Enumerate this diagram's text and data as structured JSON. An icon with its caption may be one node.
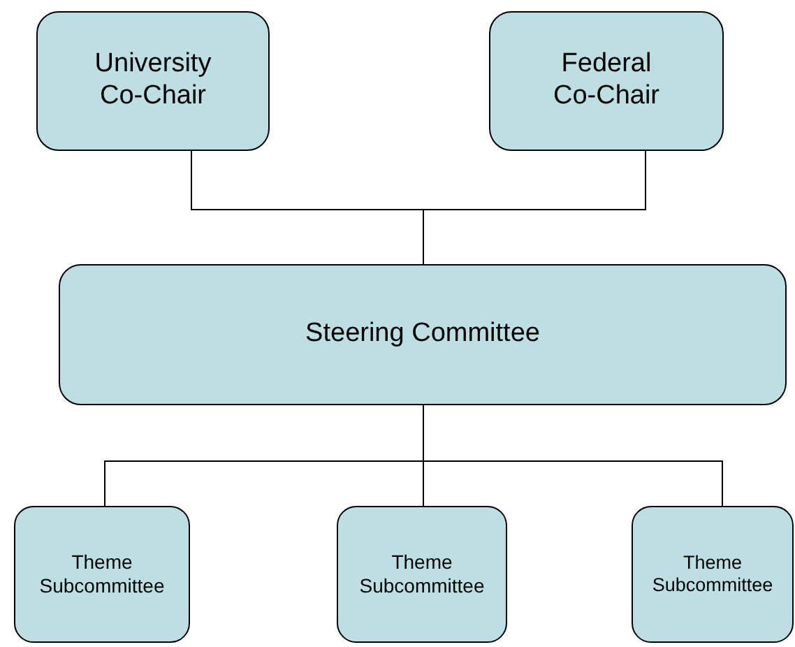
{
  "diagram": {
    "nodes": [
      {
        "text": [
          "University Co-Chair"
        ]
      },
      {
        "text": [
          "Federal Co-Chair"
        ]
      },
      {
        "text": [
          "Steering Committee"
        ]
      },
      {
        "text": [
          "Theme Subcommittee"
        ]
      },
      {
        "text": [
          "Theme Subcommittee"
        ]
      },
      {
        "text": [
          "Theme Subcommittee"
        ]
      }
    ],
    "edges": [
      {
        "from": 0,
        "to": 2,
        "arrow": "none"
      },
      {
        "from": 1,
        "to": 2,
        "arrow": "none"
      },
      {
        "from": 2,
        "to": 3,
        "arrow": "none"
      },
      {
        "from": 2,
        "to": 4,
        "arrow": "none"
      },
      {
        "from": 2,
        "to": 5,
        "arrow": "none"
      }
    ]
  }
}
